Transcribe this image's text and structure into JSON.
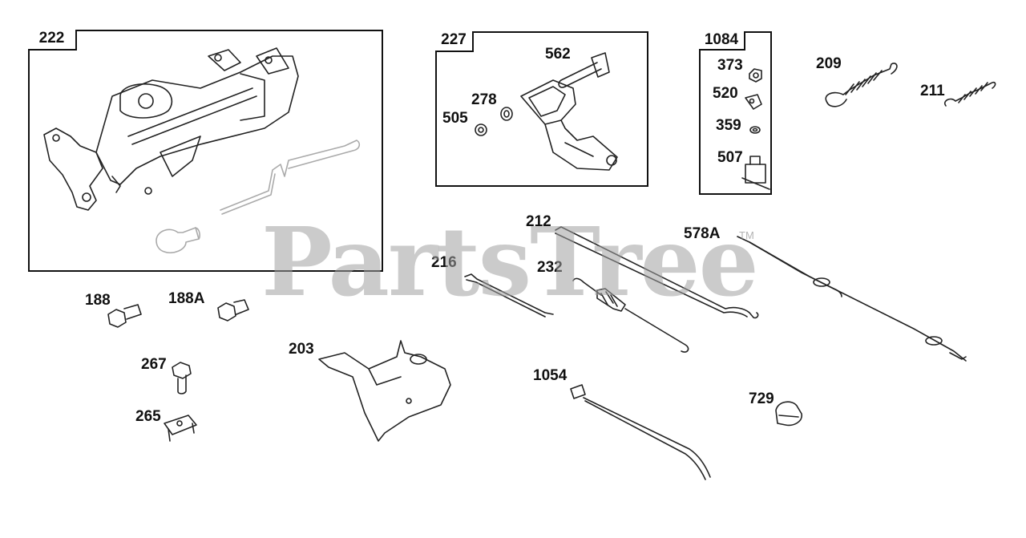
{
  "watermark": {
    "text": "PartsTree",
    "tm": "TM"
  },
  "groups": {
    "g222": "222",
    "g227": "227",
    "g1084": "1084"
  },
  "parts": {
    "p562": "562",
    "p278": "278",
    "p505": "505",
    "p373": "373",
    "p520": "520",
    "p359": "359",
    "p507": "507",
    "p209": "209",
    "p211": "211",
    "p212": "212",
    "p578A": "578A",
    "p216": "216",
    "p232": "232",
    "p188": "188",
    "p188A": "188A",
    "p267": "267",
    "p265": "265",
    "p203": "203",
    "p1054": "1054",
    "p729": "729"
  }
}
